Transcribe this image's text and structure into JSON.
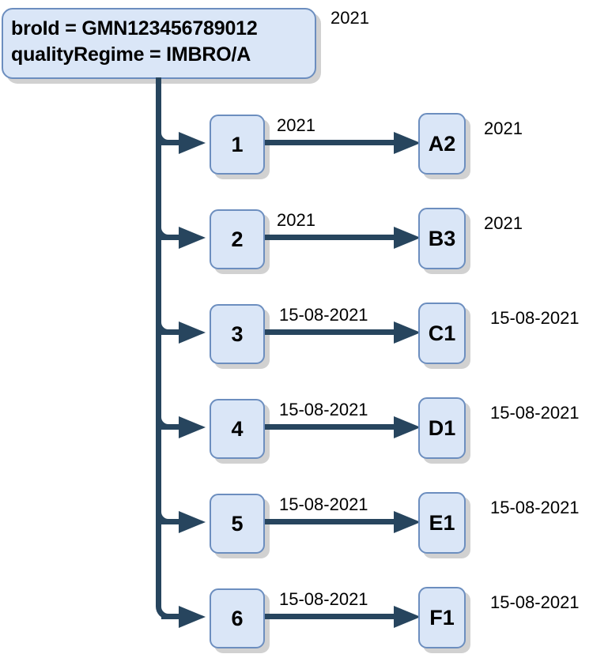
{
  "diagram": {
    "title_lines": [
      "broId = GMN123456789012",
      "qualityRegime = IMBRO/A"
    ],
    "root_label": "2021",
    "rows": [
      {
        "left_node": "1",
        "edge_label": "2021",
        "right_node": "A2",
        "right_label": "2021"
      },
      {
        "left_node": "2",
        "edge_label": "2021",
        "right_node": "B3",
        "right_label": "2021"
      },
      {
        "left_node": "3",
        "edge_label": "15-08-2021",
        "right_node": "C1",
        "right_label": "15-08-2021"
      },
      {
        "left_node": "4",
        "edge_label": "15-08-2021",
        "right_node": "D1",
        "right_label": "15-08-2021"
      },
      {
        "left_node": "5",
        "edge_label": "15-08-2021",
        "right_node": "E1",
        "right_label": "15-08-2021"
      },
      {
        "left_node": "6",
        "edge_label": "15-08-2021",
        "right_node": "F1",
        "right_label": "15-08-2021"
      }
    ],
    "colors": {
      "node_fill": "#dae6f7",
      "node_border": "#6c8ebf",
      "connector": "#27455e",
      "background": "#ffffff",
      "text": "#000000"
    }
  }
}
